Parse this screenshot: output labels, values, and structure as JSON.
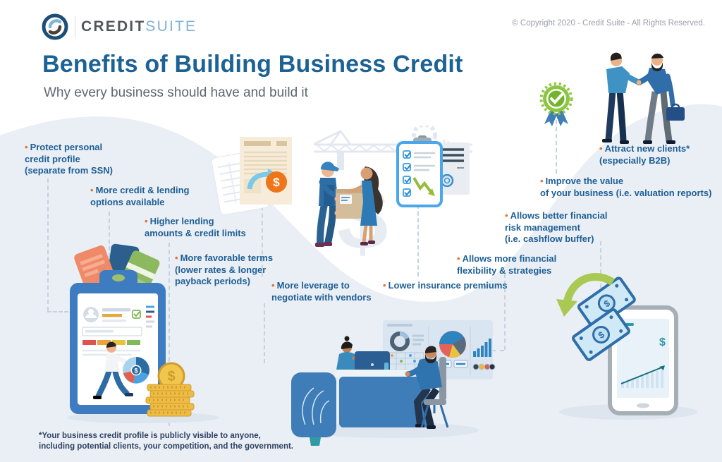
{
  "header": {
    "logo": {
      "icon": "credit-suite-logo-icon",
      "brand_primary": "CREDIT",
      "brand_secondary": "SUITE"
    },
    "copyright": "© Copyright 2020 - Credit Suite - All Rights Reserved."
  },
  "title": "Benefits of Building Business Credit",
  "subtitle": "Why every business should have and build it",
  "ui": {
    "bullet": "•"
  },
  "benefits": [
    {
      "id": "protect-personal-credit",
      "text": "Protect personal\ncredit profile\n(separate from SSN)"
    },
    {
      "id": "more-credit-options",
      "text": "More credit & lending\noptions available"
    },
    {
      "id": "higher-lending",
      "text": "Higher lending\namounts & credit limits"
    },
    {
      "id": "favorable-terms",
      "text": "More favorable terms\n(lower rates & longer\npayback periods)"
    },
    {
      "id": "vendor-leverage",
      "text": "More leverage to\nnegotiate with vendors"
    },
    {
      "id": "lower-insurance",
      "text": "Lower insurance premiums"
    },
    {
      "id": "financial-flexibility",
      "text": "Allows more financial\nflexibility & strategies"
    },
    {
      "id": "risk-management",
      "text": "Allows better financial\nrisk management\n(i.e. cashflow buffer)"
    },
    {
      "id": "improve-value",
      "text": "Improve the value\nof your business (i.e. valuation reports)"
    },
    {
      "id": "attract-clients",
      "text": "Attract new clients*\n(especially B2B)"
    }
  ],
  "footnote": "*Your business credit profile is publicly visible to anyone,\nincluding potential clients, your competition, and the government.",
  "glyphs": {
    "dollar": "$"
  },
  "palette": {
    "accent_orange": "#e8752a",
    "text_blue": "#1e5f94",
    "wave_background": "#eaeef5",
    "brand_light_blue": "#82b2d6",
    "success_green": "#8cc63f"
  },
  "illustrations": [
    "invoice-with-dollar",
    "construction-crane-backdrop",
    "delivery-handoff",
    "checklist-clipboard",
    "stamped-document",
    "handshake-with-award-badge",
    "credit-report-clipboard-with-coins",
    "consultation-desk-with-dashboard",
    "money-into-phone"
  ]
}
